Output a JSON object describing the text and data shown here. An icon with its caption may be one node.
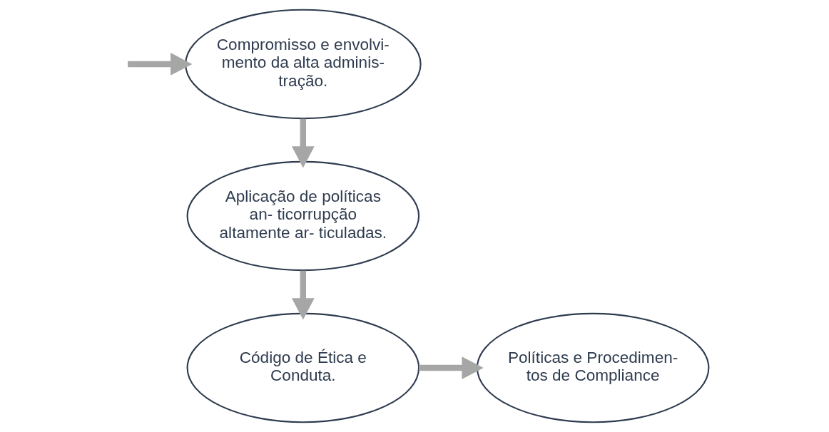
{
  "diagram": {
    "nodes": [
      {
        "text": [
          "Compromisso e envolvi- mento da alta adminis- tração."
        ]
      },
      {
        "text": [
          "Aplicação de políticas an- ticorrupção altamente ar- ticuladas."
        ]
      },
      {
        "text": [
          "Código de Ética e Conduta."
        ]
      },
      {
        "text": [
          "Políticas e Procedimen- tos de Compliance"
        ]
      }
    ],
    "edges": [
      {
        "from": null,
        "to": 0,
        "arrow": "to"
      },
      {
        "from": 0,
        "to": 1,
        "arrow": "to"
      },
      {
        "from": 1,
        "to": 2,
        "arrow": "to"
      },
      {
        "from": 2,
        "to": 3,
        "arrow": "to"
      }
    ]
  }
}
